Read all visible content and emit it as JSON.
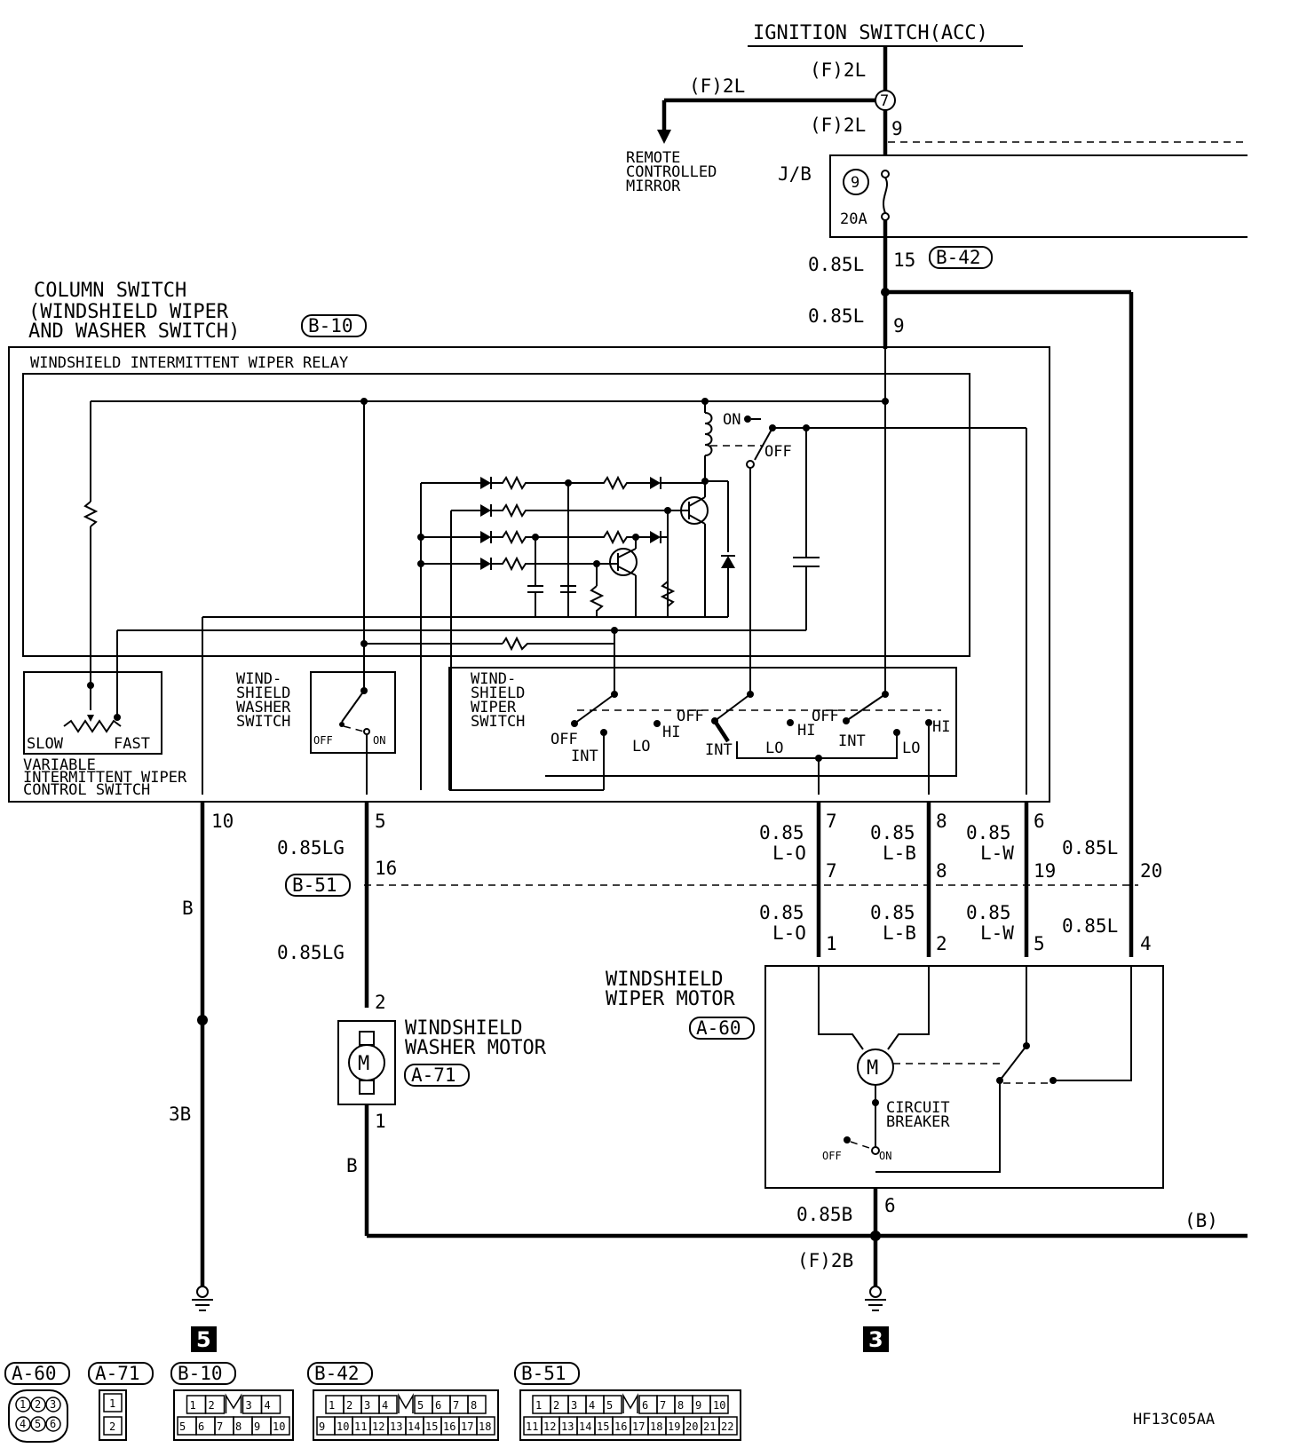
{
  "header": {
    "source": "IGNITION SWITCH(ACC)"
  },
  "top": {
    "wire_f2l_a": "(F)2L",
    "wire_f2l_b": "(F)2L",
    "wire_f2l_c": "(F)2L",
    "junction_7": "7",
    "pin_9_top": "9",
    "remote_line1": "REMOTE",
    "remote_line2": "CONTROLLED",
    "remote_line3": "MIRROR",
    "jb_label": "J/B",
    "fuse_no": "9",
    "fuse_rating": "20A",
    "wire_085l_a": "0.85L",
    "pin_15": "15",
    "conn_b42": "B-42",
    "wire_085l_b": "0.85L",
    "pin_9_b": "9"
  },
  "column_switch": {
    "title1": "COLUMN SWITCH",
    "title2": "(WINDSHIELD WIPER",
    "title3": "AND WASHER SWITCH)",
    "conn": "B-10",
    "relay_label": "WINDSHIELD INTERMITTENT WIPER RELAY",
    "var_line1": "VARIABLE",
    "var_line2": "INTERMITTENT WIPER",
    "var_line3": "CONTROL SWITCH",
    "slow": "SLOW",
    "fast": "FAST",
    "washer_sw1": "WIND-",
    "washer_sw2": "SHIELD",
    "washer_sw3": "WASHER",
    "washer_sw4": "SWITCH",
    "wiper_sw1": "WIND-",
    "wiper_sw2": "SHIELD",
    "wiper_sw3": "WIPER",
    "wiper_sw4": "SWITCH",
    "off": "OFF",
    "on": "ON",
    "int": "INT",
    "lo": "LO",
    "hi": "HI"
  },
  "pins": {
    "p10": "10",
    "p5": "5",
    "p7": "7",
    "p8": "8",
    "p6": "6",
    "p16": "16",
    "p7b": "7",
    "p8b": "8",
    "p19": "19",
    "p20": "20",
    "p1": "1",
    "p2": "2",
    "p5b": "5",
    "p4": "4",
    "pm2": "2",
    "pm1": "1",
    "p6b": "6"
  },
  "wires": {
    "b": "B",
    "b3": "3B",
    "lg1": "0.85LG",
    "lg2": "0.85LG",
    "b_motor": "B",
    "w085": "0.85",
    "lo": "L-O",
    "lb": "L-B",
    "lw": "L-W",
    "l085": "0.85L",
    "b085": "0.85B",
    "f2b": "(F)2B",
    "bus_b": "(B)"
  },
  "b51": "B-51",
  "washer_motor": {
    "line1": "WINDSHIELD",
    "line2": "WASHER MOTOR",
    "conn": "A-71"
  },
  "wiper_motor": {
    "line1": "WINDSHIELD",
    "line2": "WIPER MOTOR",
    "conn": "A-60",
    "cb1": "CIRCUIT",
    "cb2": "BREAKER"
  },
  "grounds": {
    "left": "5",
    "right": "3"
  },
  "connectors": {
    "a60": "A-60",
    "a71": "A-71",
    "b10": "B-10",
    "b42": "B-42",
    "b51": "B-51",
    "a60_pins": [
      "1",
      "2",
      "3",
      "4",
      "5",
      "6"
    ],
    "a71_pins": [
      "1",
      "2"
    ],
    "b10_row1": [
      "1",
      "2",
      "",
      "3",
      "4"
    ],
    "b10_row2": [
      "5",
      "6",
      "7",
      "8",
      "9",
      "10"
    ],
    "b42_row1": [
      "1",
      "2",
      "3",
      "4",
      "",
      "5",
      "6",
      "7",
      "8"
    ],
    "b42_row2": [
      "9",
      "10",
      "11",
      "12",
      "13",
      "14",
      "15",
      "16",
      "17",
      "18"
    ],
    "b51_row1": [
      "1",
      "2",
      "3",
      "4",
      "5",
      "",
      "6",
      "7",
      "8",
      "9",
      "10"
    ],
    "b51_row2": [
      "11",
      "12",
      "13",
      "14",
      "15",
      "16",
      "17",
      "18",
      "19",
      "20",
      "21",
      "22"
    ]
  },
  "figure_code": "HF13C05AA"
}
